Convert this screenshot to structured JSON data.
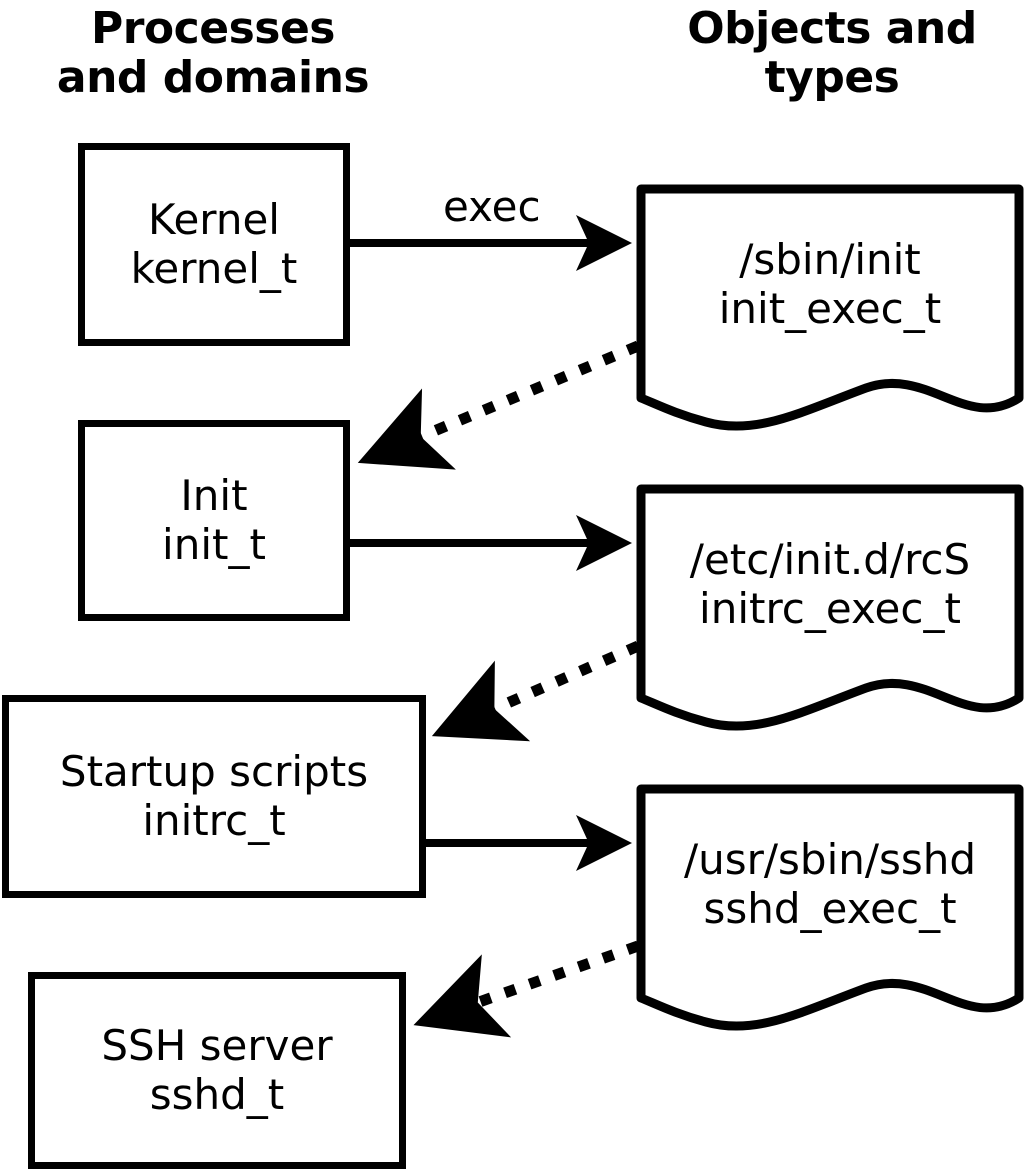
{
  "headings": {
    "left": "Processes\nand domains",
    "right": "Objects and\ntypes"
  },
  "colors": {
    "stroke": "#000000",
    "fill": "#ffffff",
    "text": "#000000"
  },
  "domains": [
    {
      "id": "kernel",
      "name": "Kernel",
      "type": "kernel_t"
    },
    {
      "id": "init",
      "name": "Init",
      "type": "init_t"
    },
    {
      "id": "initrc",
      "name": "Startup scripts",
      "type": "initrc_t"
    },
    {
      "id": "sshd",
      "name": "SSH server",
      "type": "sshd_t"
    }
  ],
  "objects": [
    {
      "id": "init-exec",
      "path": "/sbin/init",
      "type": "init_exec_t"
    },
    {
      "id": "initrc-exec",
      "path": "/etc/init.d/rcS",
      "type": "initrc_exec_t"
    },
    {
      "id": "sshd-exec",
      "path": "/usr/sbin/sshd",
      "type": "sshd_exec_t"
    }
  ],
  "edges": {
    "exec_label": "exec",
    "solid": [
      {
        "from": "kernel",
        "to": "init-exec",
        "label": "exec"
      },
      {
        "from": "init",
        "to": "initrc-exec",
        "label": ""
      },
      {
        "from": "initrc",
        "to": "sshd-exec",
        "label": ""
      }
    ],
    "dotted": [
      {
        "from": "init-exec",
        "to": "init"
      },
      {
        "from": "initrc-exec",
        "to": "initrc"
      },
      {
        "from": "sshd-exec",
        "to": "sshd"
      }
    ]
  }
}
